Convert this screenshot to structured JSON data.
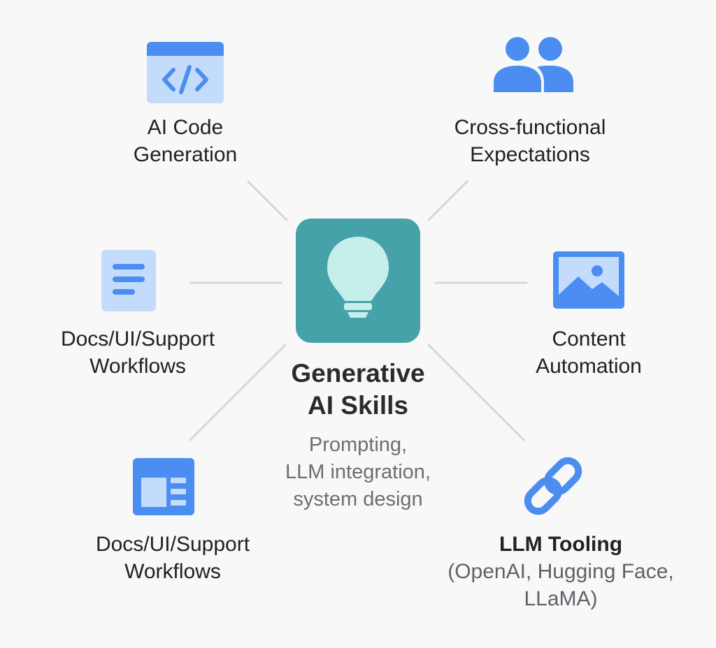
{
  "center": {
    "title_line1": "Generative",
    "title_line2": "AI Skills",
    "subtitle_line1": "Prompting,",
    "subtitle_line2": "LLM integration,",
    "subtitle_line3": "system design",
    "icon": "lightbulb-icon"
  },
  "nodes": {
    "code_generation": {
      "line1": "AI Code",
      "line2": "Generation",
      "icon": "code-window-icon"
    },
    "cross_functional": {
      "line1": "Cross-functional",
      "line2": "Expectations",
      "icon": "people-icon"
    },
    "docs_workflows_1": {
      "line1": "Docs/UI/Support",
      "line2": "Workflows",
      "icon": "document-lines-icon"
    },
    "content_automation": {
      "line1": "Content",
      "line2": "Automation",
      "icon": "image-icon"
    },
    "docs_workflows_2": {
      "line1": "Docs/UI/Support",
      "line2": "Workflows",
      "icon": "layout-panel-icon"
    },
    "llm_tooling": {
      "line1": "LLM Tooling",
      "line2": "(OpenAI, Hugging Face,",
      "line3": "LLaMA)",
      "icon": "link-icon"
    }
  },
  "colors": {
    "center_tile": "#45a2a8",
    "bulb": "#c6efec",
    "accent_blue": "#4b8df0",
    "light_blue": "#c3dcfb",
    "connector": "#d3d6da",
    "background": "#f8f8f8"
  }
}
